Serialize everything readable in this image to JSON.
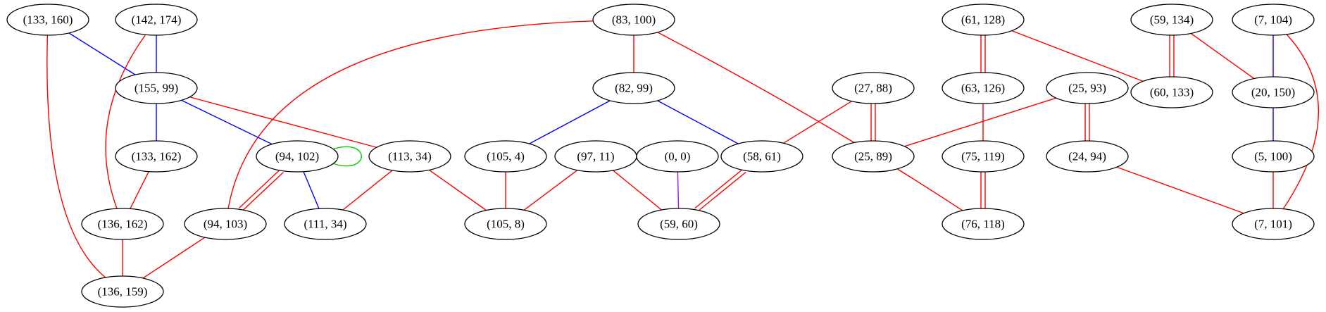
{
  "colors": {
    "red": "#ff0000",
    "blue": "#0000ff",
    "green": "#00cc00",
    "purple": "#9a1ccc"
  },
  "nodes": [
    {
      "id": "n133_160",
      "label": "(133, 160)"
    },
    {
      "id": "n142_174",
      "label": "(142, 174)"
    },
    {
      "id": "n83_100",
      "label": "(83, 100)"
    },
    {
      "id": "n61_128",
      "label": "(61, 128)"
    },
    {
      "id": "n59_134",
      "label": "(59, 134)"
    },
    {
      "id": "n7_104",
      "label": "(7, 104)"
    },
    {
      "id": "n155_99",
      "label": "(155, 99)"
    },
    {
      "id": "n82_99",
      "label": "(82, 99)"
    },
    {
      "id": "n27_88",
      "label": "(27, 88)"
    },
    {
      "id": "n63_126",
      "label": "(63, 126)"
    },
    {
      "id": "n25_93",
      "label": "(25, 93)"
    },
    {
      "id": "n60_133",
      "label": "(60, 133)"
    },
    {
      "id": "n20_150",
      "label": "(20, 150)"
    },
    {
      "id": "n133_162",
      "label": "(133, 162)"
    },
    {
      "id": "n94_102",
      "label": "(94, 102)"
    },
    {
      "id": "n113_34",
      "label": "(113, 34)"
    },
    {
      "id": "n105_4",
      "label": "(105, 4)"
    },
    {
      "id": "n97_11",
      "label": "(97, 11)"
    },
    {
      "id": "n0_0",
      "label": "(0, 0)"
    },
    {
      "id": "n58_61",
      "label": "(58, 61)"
    },
    {
      "id": "n25_89",
      "label": "(25, 89)"
    },
    {
      "id": "n75_119",
      "label": "(75, 119)"
    },
    {
      "id": "n24_94",
      "label": "(24, 94)"
    },
    {
      "id": "n5_100",
      "label": "(5, 100)"
    },
    {
      "id": "n136_162",
      "label": "(136, 162)"
    },
    {
      "id": "n94_103",
      "label": "(94, 103)"
    },
    {
      "id": "n111_34",
      "label": "(111, 34)"
    },
    {
      "id": "n105_8",
      "label": "(105, 8)"
    },
    {
      "id": "n59_60",
      "label": "(59, 60)"
    },
    {
      "id": "n76_118",
      "label": "(76, 118)"
    },
    {
      "id": "n7_101",
      "label": "(7, 101)"
    },
    {
      "id": "n136_159",
      "label": "(136, 159)"
    }
  ],
  "edges": [
    {
      "from": "n133_160",
      "to": "n155_99",
      "color": "blue"
    },
    {
      "from": "n133_160",
      "to": "n136_159",
      "color": "red"
    },
    {
      "from": "n142_174",
      "to": "n155_99",
      "color": "blue"
    },
    {
      "from": "n142_174",
      "to": "n136_162",
      "color": "red"
    },
    {
      "from": "n83_100",
      "to": "n82_99",
      "color": "red"
    },
    {
      "from": "n83_100",
      "to": "n94_103",
      "color": "red"
    },
    {
      "from": "n83_100",
      "to": "n76_118",
      "color": "red"
    },
    {
      "from": "n61_128",
      "to": "n63_126",
      "color": "red",
      "double": true
    },
    {
      "from": "n61_128",
      "to": "n60_133",
      "color": "red"
    },
    {
      "from": "n59_134",
      "to": "n60_133",
      "color": "red",
      "double": true
    },
    {
      "from": "n59_134",
      "to": "n20_150",
      "color": "red"
    },
    {
      "from": "n7_104",
      "to": "n20_150",
      "color": "blue"
    },
    {
      "from": "n7_104",
      "to": "n7_101",
      "color": "red"
    },
    {
      "from": "n155_99",
      "to": "n133_162",
      "color": "blue"
    },
    {
      "from": "n155_99",
      "to": "n94_102",
      "color": "blue"
    },
    {
      "from": "n155_99",
      "to": "n113_34",
      "color": "red"
    },
    {
      "from": "n82_99",
      "to": "n105_4",
      "color": "blue"
    },
    {
      "from": "n82_99",
      "to": "n58_61",
      "color": "blue"
    },
    {
      "from": "n27_88",
      "to": "n25_89",
      "color": "red",
      "double": true
    },
    {
      "from": "n27_88",
      "to": "n58_61",
      "color": "red"
    },
    {
      "from": "n63_126",
      "to": "n75_119",
      "color": "red"
    },
    {
      "from": "n25_93",
      "to": "n24_94",
      "color": "red",
      "double": true
    },
    {
      "from": "n25_93",
      "to": "n25_89",
      "color": "red"
    },
    {
      "from": "n20_150",
      "to": "n5_100",
      "color": "blue"
    },
    {
      "from": "n133_162",
      "to": "n136_162",
      "color": "red"
    },
    {
      "from": "n94_102",
      "to": "n94_102",
      "color": "green",
      "self": true
    },
    {
      "from": "n94_102",
      "to": "n94_103",
      "color": "red",
      "double": true
    },
    {
      "from": "n94_102",
      "to": "n111_34",
      "color": "blue"
    },
    {
      "from": "n113_34",
      "to": "n111_34",
      "color": "red"
    },
    {
      "from": "n113_34",
      "to": "n105_8",
      "color": "red"
    },
    {
      "from": "n105_4",
      "to": "n105_8",
      "color": "red"
    },
    {
      "from": "n97_11",
      "to": "n105_8",
      "color": "red"
    },
    {
      "from": "n97_11",
      "to": "n59_60",
      "color": "red"
    },
    {
      "from": "n0_0",
      "to": "n59_60",
      "color": "purple"
    },
    {
      "from": "n58_61",
      "to": "n59_60",
      "color": "red",
      "double": true
    },
    {
      "from": "n75_119",
      "to": "n76_118",
      "color": "red",
      "double": true
    },
    {
      "from": "n24_94",
      "to": "n7_101",
      "color": "red"
    },
    {
      "from": "n5_100",
      "to": "n7_101",
      "color": "red"
    },
    {
      "from": "n136_162",
      "to": "n136_159",
      "color": "red"
    },
    {
      "from": "n94_103",
      "to": "n136_159",
      "color": "red"
    }
  ]
}
